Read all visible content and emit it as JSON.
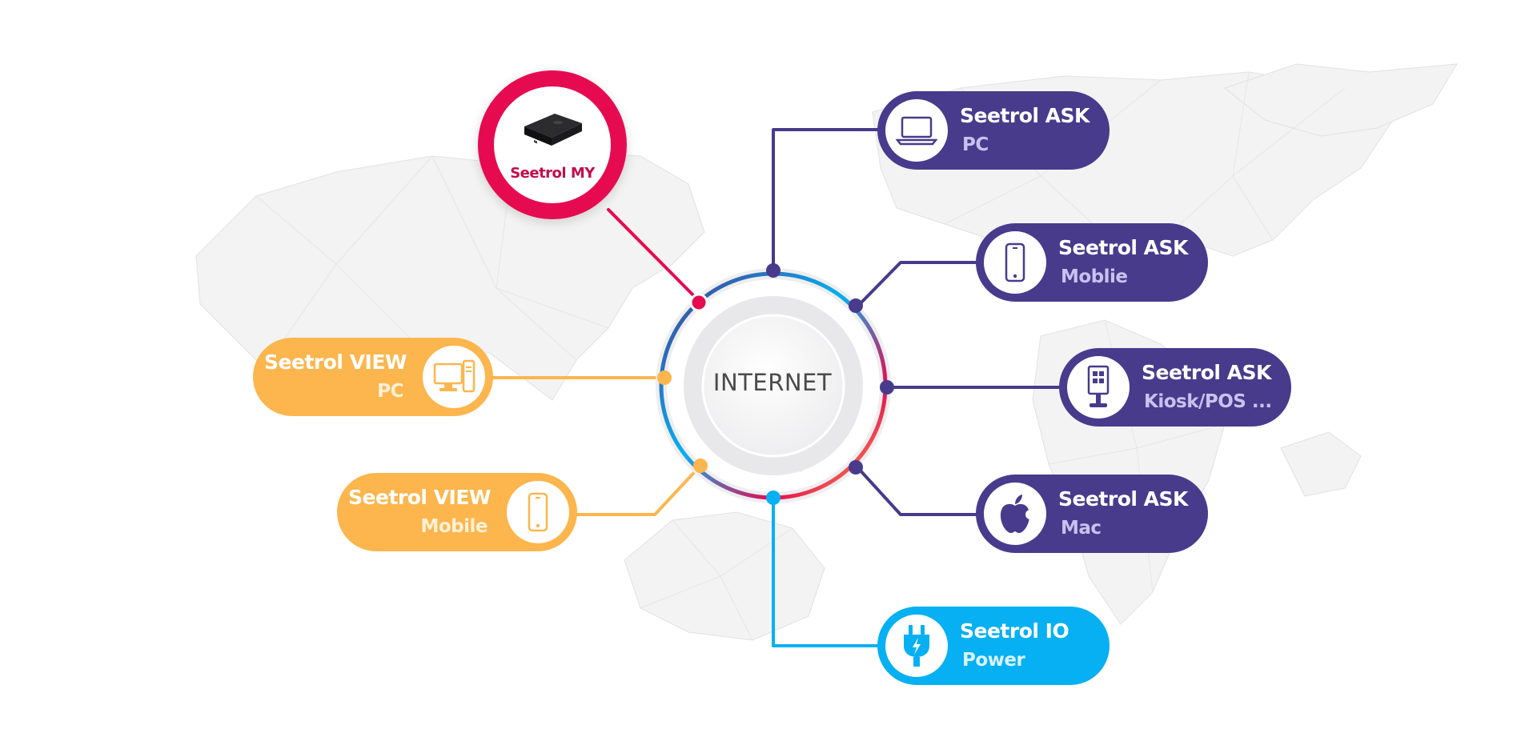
{
  "center": {
    "label": "INTERNET"
  },
  "hub": {
    "label": "Seetrol MY"
  },
  "ask_pc": {
    "title": "Seetrol ASK",
    "subtitle": "PC",
    "icon": "laptop-icon"
  },
  "ask_mobile": {
    "title": "Seetrol ASK",
    "subtitle": "Moblie",
    "icon": "smartphone-icon"
  },
  "ask_kiosk": {
    "title": "Seetrol ASK",
    "subtitle": "Kiosk/POS ...",
    "icon": "kiosk-icon"
  },
  "ask_mac": {
    "title": "Seetrol ASK",
    "subtitle": "Mac",
    "icon": "apple-icon"
  },
  "io_power": {
    "title": "Seetrol IO",
    "subtitle": "Power",
    "icon": "power-plug-icon"
  },
  "view_pc": {
    "title": "Seetrol VIEW",
    "subtitle": "PC",
    "icon": "desktop-pc-icon"
  },
  "view_mobile": {
    "title": "Seetrol VIEW",
    "subtitle": "Mobile",
    "icon": "smartphone-icon"
  },
  "colors": {
    "purple": "#483b8c",
    "orange": "#fcb64d",
    "blue": "#06b0f3",
    "pink": "#e60b51"
  }
}
